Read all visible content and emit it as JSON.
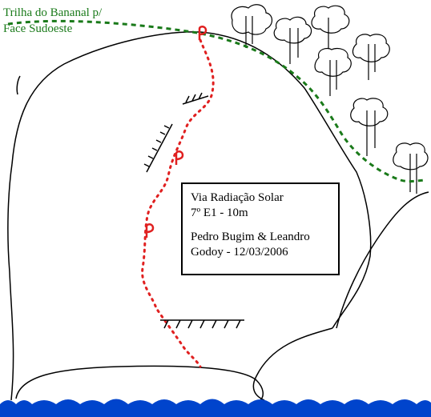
{
  "trail": {
    "line1": "Trilha do Bananal p/",
    "line2": "Face Sudoeste",
    "color": "#1a7a1a"
  },
  "route": {
    "name": "Via Radiação Solar",
    "grade": "7º E1 - 10m",
    "authors": "Pedro Bugim & Leandro",
    "date_line": "Godoy - 12/03/2006",
    "color": "#e02020",
    "protection_marker": "P"
  },
  "water": {
    "color": "#0044cc"
  },
  "trees": {
    "foliage": "#ffffff",
    "trunk": "#8b4a1a"
  }
}
